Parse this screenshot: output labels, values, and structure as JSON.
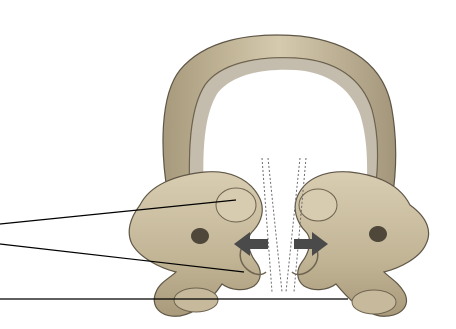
{
  "diagram": {
    "subject": "bone-clamp-illustration",
    "colors": {
      "bone_fill": "#c9bc9f",
      "bone_shadow": "#8f8468",
      "bone_dark": "#5f5646",
      "bone_highlight": "#e6dcc4",
      "arrow": "#4a4a4a",
      "leader_line": "#000000",
      "dotted_guide": "#6b6b6b",
      "background": "#ffffff"
    },
    "leader_lines": [
      {
        "id": "leader-upper"
      },
      {
        "id": "leader-middle"
      },
      {
        "id": "leader-lower"
      }
    ],
    "arrows": [
      {
        "id": "arrow-left",
        "direction": "left"
      },
      {
        "id": "arrow-right",
        "direction": "right"
      }
    ]
  }
}
